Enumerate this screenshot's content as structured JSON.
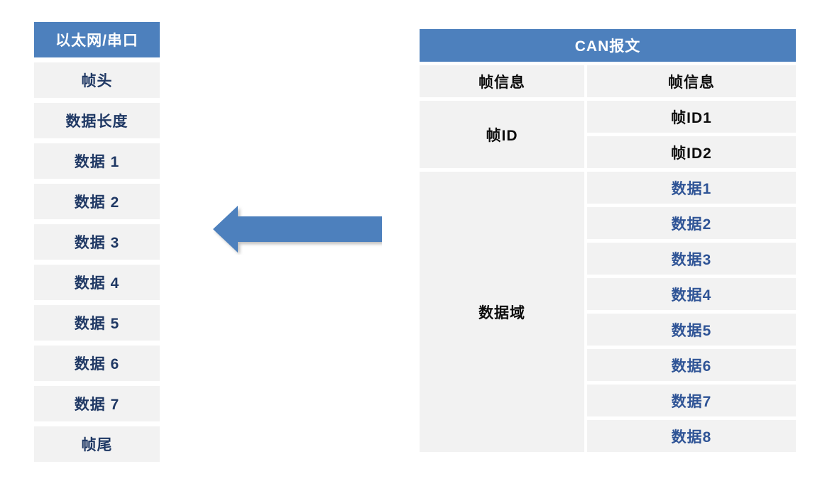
{
  "left_table": {
    "header": "以太网/串口",
    "rows": [
      "帧头",
      "数据长度",
      "数据 1",
      "数据 2",
      "数据 3",
      "数据 4",
      "数据 5",
      "数据 6",
      "数据 7",
      "帧尾"
    ]
  },
  "right_table": {
    "header": "CAN报文",
    "groups": [
      {
        "label": "帧信息",
        "items": [
          "帧信息"
        ]
      },
      {
        "label": "帧ID",
        "items": [
          "帧ID1",
          "帧ID2"
        ]
      },
      {
        "label": "数据域",
        "items": [
          "数据1",
          "数据2",
          "数据3",
          "数据4",
          "数据5",
          "数据6",
          "数据7",
          "数据8"
        ]
      }
    ]
  },
  "arrow": {
    "direction": "left"
  },
  "colors": {
    "header_bg": "#4d80bd",
    "header_text": "#ffffff",
    "cell_bg": "#f2f2f2",
    "left_table_text": "#1f3864",
    "right_table_black_text": "#0d0d0d",
    "right_table_blue_text": "#2f5496",
    "arrow_fill": "#4d80bd",
    "page_bg": "#ffffff"
  }
}
